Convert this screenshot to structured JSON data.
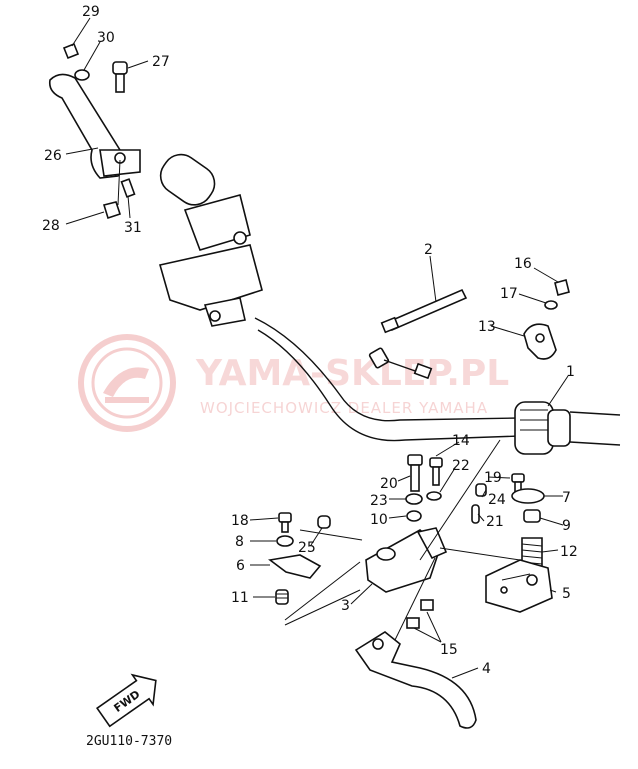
{
  "watermark": {
    "main": "YAMA-SKLEP.PL",
    "sub": "WOJCIECHOWICZ DEALER YAMAHA"
  },
  "direction_label": "FWD",
  "diagram_code": "2GU110-7370",
  "callouts": [
    "29",
    "30",
    "27",
    "26",
    "28",
    "31",
    "2",
    "16",
    "17",
    "13",
    "1",
    "14",
    "20",
    "22",
    "23",
    "19",
    "24",
    "7",
    "10",
    "21",
    "9",
    "18",
    "8",
    "25",
    "12",
    "6",
    "3",
    "5",
    "11",
    "15",
    "4"
  ]
}
